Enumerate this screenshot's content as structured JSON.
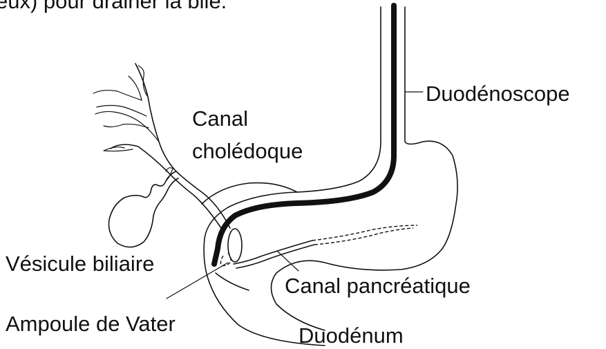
{
  "header_fragment": "eux) pour drainer la bile.",
  "labels": {
    "duodenoscope": "Duodénoscope",
    "canal_line1": "Canal",
    "canal_line2": "cholédoque",
    "vesicule": "Vésicule biliaire",
    "pancreatique": "Canal pancréatique",
    "ampoule": "Ampoule de Vater",
    "duodenum": "Duodénum"
  }
}
